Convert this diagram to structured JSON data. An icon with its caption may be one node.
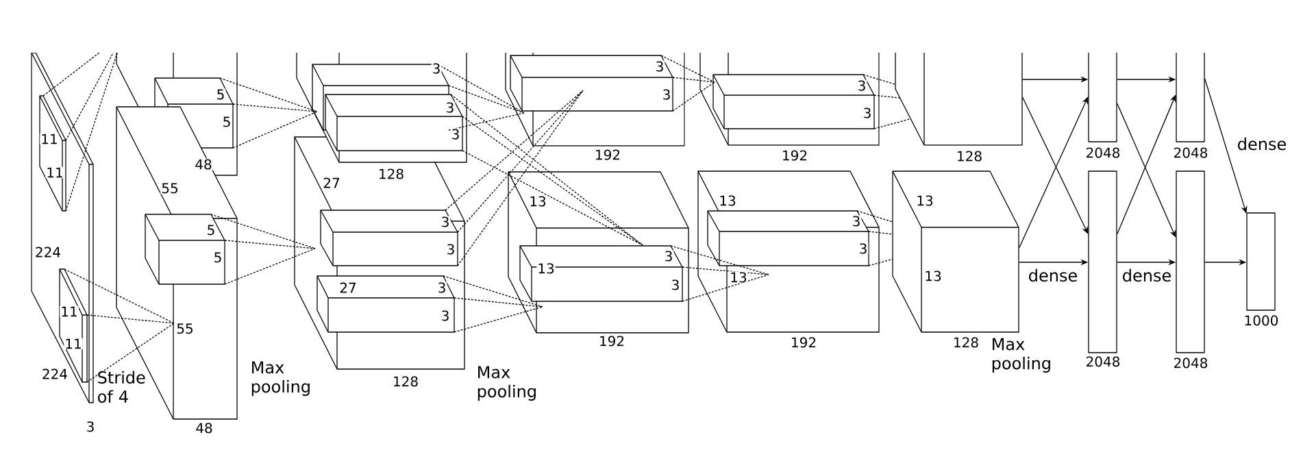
{
  "diagram": {
    "nodes": [
      {
        "text": [],
        "shape": "box",
        "beside": [
          "128"
        ]
      },
      {
        "text": [
          "13",
          "13"
        ],
        "beside": [
          "128"
        ]
      },
      {
        "text": [],
        "shape": "box",
        "beside": [
          "2048"
        ]
      },
      {
        "text": [],
        "shape": "box",
        "beside": [
          "2048"
        ]
      },
      {
        "text": [],
        "shape": "box",
        "beside": [
          "2048"
        ]
      },
      {
        "text": [],
        "shape": "box",
        "beside": [
          "2048"
        ]
      },
      {
        "text": [],
        "shape": "box",
        "beside": [
          "1000"
        ]
      }
    ],
    "edges": [
      {
        "from": 0,
        "to": 2,
        "arrow": "to"
      },
      {
        "from": 0,
        "to": 3,
        "arrow": "to"
      },
      {
        "from": 1,
        "to": 2,
        "arrow": "to"
      },
      {
        "from": 1,
        "to": 3,
        "arrow": "to",
        "label": "dense"
      },
      {
        "from": 2,
        "to": 4,
        "arrow": "to"
      },
      {
        "from": 2,
        "to": 5,
        "arrow": "to"
      },
      {
        "from": 3,
        "to": 4,
        "arrow": "to"
      },
      {
        "from": 3,
        "to": 5,
        "arrow": "to",
        "label": "dense"
      },
      {
        "from": 4,
        "to": 6,
        "arrow": "to",
        "label": "dense"
      },
      {
        "from": 5,
        "to": 6,
        "arrow": "to"
      }
    ],
    "labels": [
      "11",
      "11",
      "224",
      "11",
      "11",
      "224",
      "Stride of 4",
      "3",
      "5",
      "5",
      "48",
      "55",
      "5",
      "5",
      "55",
      "48",
      "Max pooling",
      "3",
      "3",
      "3",
      "128",
      "27",
      "3",
      "3",
      "27",
      "3",
      "3",
      "128",
      "Max pooling",
      "3",
      "3",
      "192",
      "13",
      "3",
      "13",
      "3",
      "192",
      "3",
      "3",
      "192",
      "13",
      "3",
      "3",
      "13",
      "192",
      "Max pooling"
    ]
  }
}
